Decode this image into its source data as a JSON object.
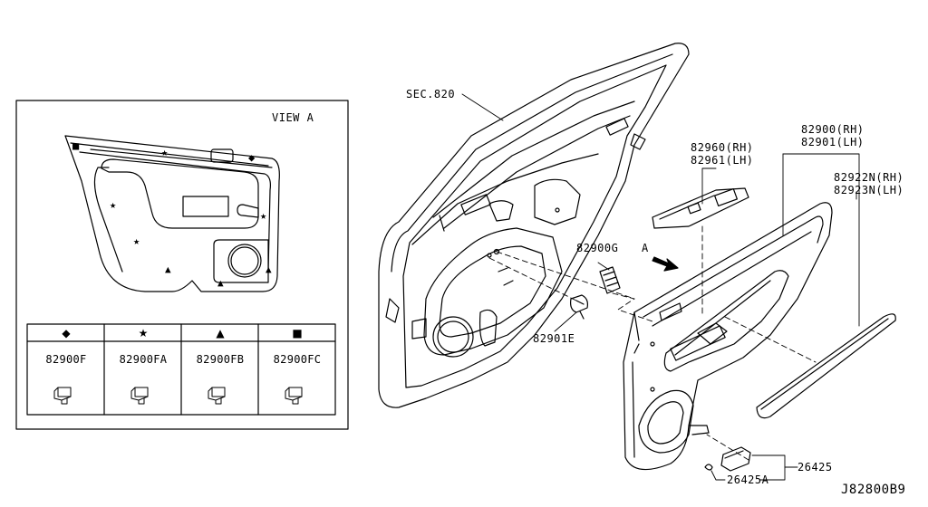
{
  "inset": {
    "view_label": "VIEW  A",
    "legend": [
      {
        "symbol": "◆",
        "code": "82900F"
      },
      {
        "symbol": "★",
        "code": "82900FA"
      },
      {
        "symbol": "▲",
        "code": "82900FB"
      },
      {
        "symbol": "■",
        "code": "82900FC"
      }
    ]
  },
  "callouts": {
    "sec_820": "SEC.820",
    "part_82960": "82960(RH)",
    "part_82961": "82961(LH)",
    "part_82900": "82900(RH)",
    "part_82901": "82901(LH)",
    "part_82922N": "82922N(RH)",
    "part_82923N": "82923N(LH)",
    "part_82900G": "82900G",
    "part_82901E": "82901E",
    "view_arrow": "A",
    "part_26425": "26425",
    "part_26425A": "26425A"
  },
  "diagram_id": "J82800B9",
  "colors": {
    "line": "#000000",
    "background": "#ffffff"
  }
}
